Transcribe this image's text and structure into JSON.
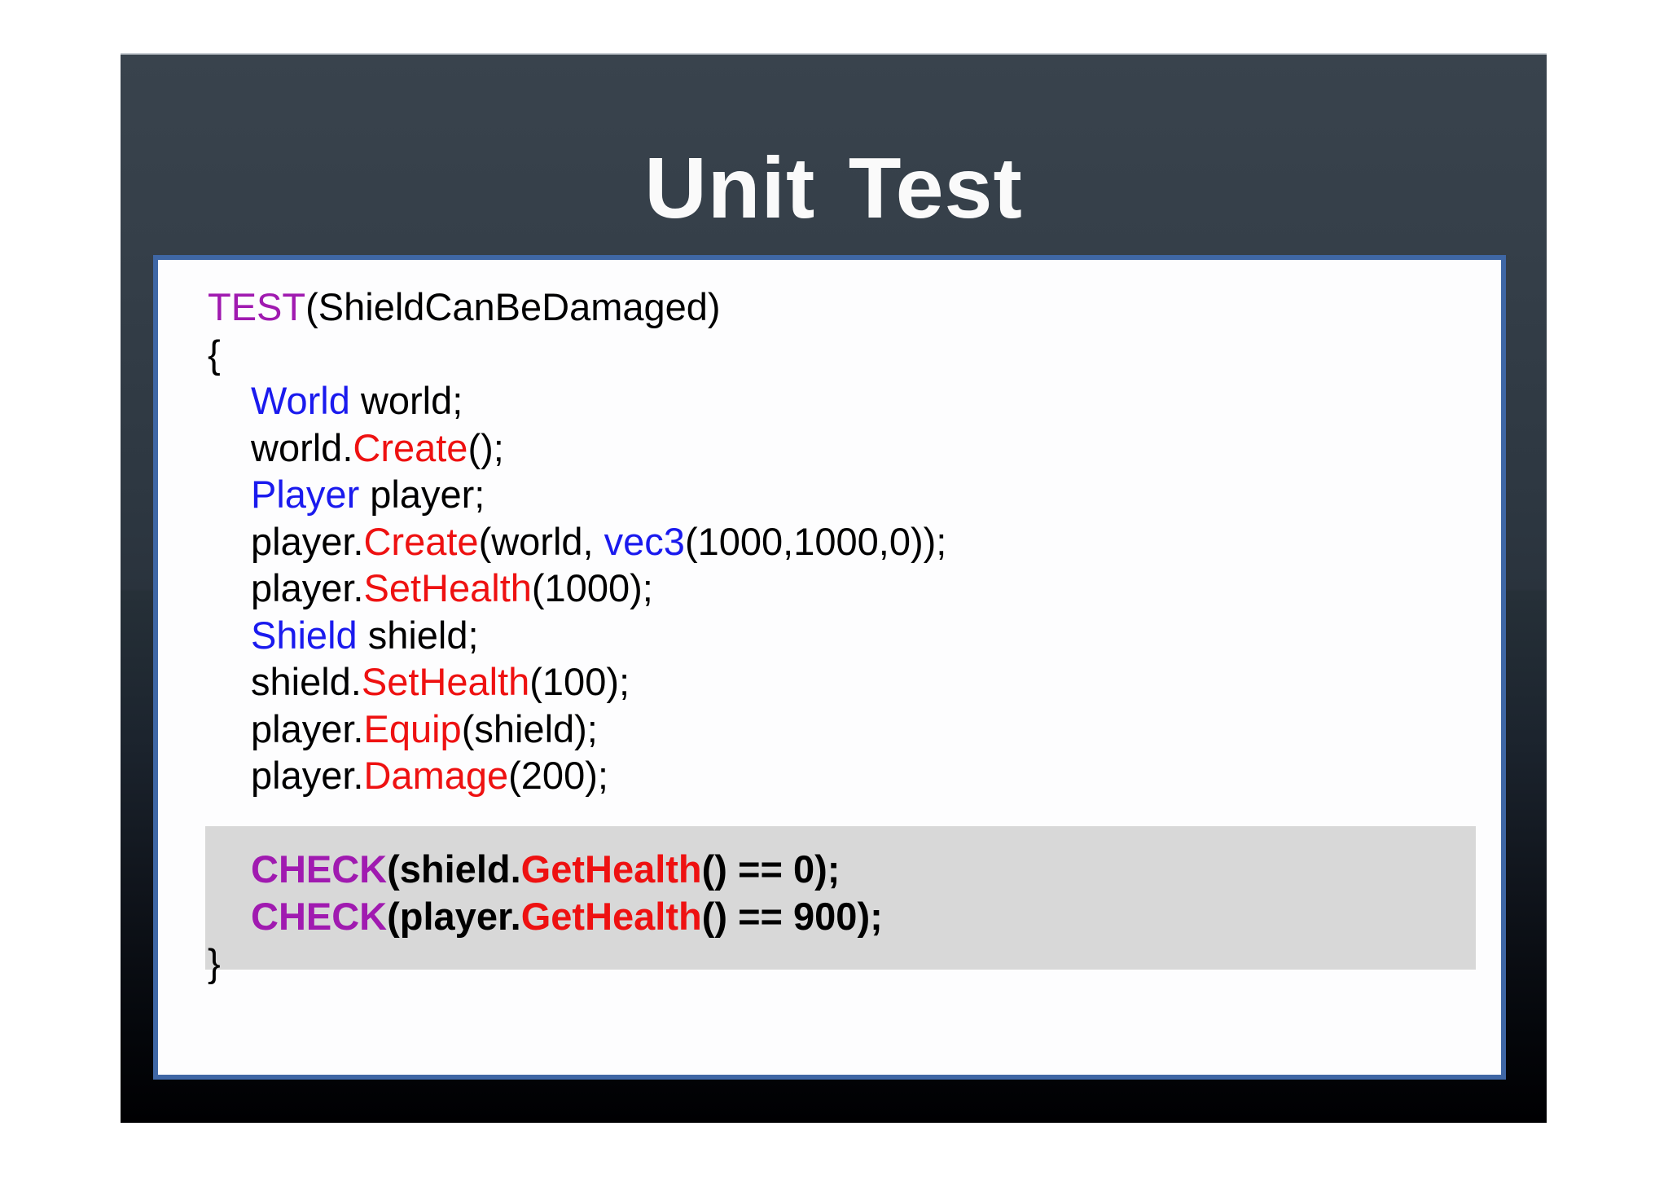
{
  "slide": {
    "title": "Unit Test"
  },
  "colors": {
    "slide_top": "#39434d",
    "slide_bottom": "#000002",
    "panel_background": "#fdfdfe",
    "panel_border": "#3f67a5",
    "highlight": "#d8d8d8",
    "title_text": "#fafafa",
    "code_text": "#000000",
    "code_type": "#1a1aee",
    "code_method": "#ee1111",
    "code_macro": "#a01ab0"
  },
  "code": {
    "lines": [
      {
        "indent": 0,
        "bold": false,
        "segments": [
          {
            "text": "TEST",
            "color": "macro"
          },
          {
            "text": "(ShieldCanBeDamaged)",
            "color": "text"
          }
        ]
      },
      {
        "indent": 0,
        "bold": false,
        "segments": [
          {
            "text": "{",
            "color": "text"
          }
        ]
      },
      {
        "indent": 1,
        "bold": false,
        "segments": [
          {
            "text": "World",
            "color": "type"
          },
          {
            "text": " world;",
            "color": "text"
          }
        ]
      },
      {
        "indent": 1,
        "bold": false,
        "segments": [
          {
            "text": "world.",
            "color": "text"
          },
          {
            "text": "Create",
            "color": "method"
          },
          {
            "text": "();",
            "color": "text"
          }
        ]
      },
      {
        "indent": 1,
        "bold": false,
        "segments": [
          {
            "text": "Player",
            "color": "type"
          },
          {
            "text": " player;",
            "color": "text"
          }
        ]
      },
      {
        "indent": 1,
        "bold": false,
        "segments": [
          {
            "text": "player.",
            "color": "text"
          },
          {
            "text": "Create",
            "color": "method"
          },
          {
            "text": "(world, ",
            "color": "text"
          },
          {
            "text": "vec3",
            "color": "type"
          },
          {
            "text": "(1000,1000,0));",
            "color": "text"
          }
        ]
      },
      {
        "indent": 1,
        "bold": false,
        "segments": [
          {
            "text": "player.",
            "color": "text"
          },
          {
            "text": "SetHealth",
            "color": "method"
          },
          {
            "text": "(1000);",
            "color": "text"
          }
        ]
      },
      {
        "indent": 1,
        "bold": false,
        "segments": [
          {
            "text": "Shield",
            "color": "type"
          },
          {
            "text": " shield;",
            "color": "text"
          }
        ]
      },
      {
        "indent": 1,
        "bold": false,
        "segments": [
          {
            "text": "shield.",
            "color": "text"
          },
          {
            "text": "SetHealth",
            "color": "method"
          },
          {
            "text": "(100);",
            "color": "text"
          }
        ]
      },
      {
        "indent": 1,
        "bold": false,
        "segments": [
          {
            "text": "player.",
            "color": "text"
          },
          {
            "text": "Equip",
            "color": "method"
          },
          {
            "text": "(shield);",
            "color": "text"
          }
        ]
      },
      {
        "indent": 1,
        "bold": false,
        "segments": [
          {
            "text": "player.",
            "color": "text"
          },
          {
            "text": "Damage",
            "color": "method"
          },
          {
            "text": "(200);",
            "color": "text"
          }
        ]
      },
      {
        "indent": 1,
        "bold": false,
        "segments": []
      },
      {
        "indent": 1,
        "bold": true,
        "segments": [
          {
            "text": "CHECK",
            "color": "macro"
          },
          {
            "text": "(shield.",
            "color": "text"
          },
          {
            "text": "GetHealth",
            "color": "method"
          },
          {
            "text": "() == 0);",
            "color": "text"
          }
        ]
      },
      {
        "indent": 1,
        "bold": true,
        "segments": [
          {
            "text": "CHECK",
            "color": "macro"
          },
          {
            "text": "(player.",
            "color": "text"
          },
          {
            "text": "GetHealth",
            "color": "method"
          },
          {
            "text": "() == 900);",
            "color": "text"
          }
        ]
      },
      {
        "indent": 0,
        "bold": false,
        "segments": [
          {
            "text": "}",
            "color": "text"
          }
        ]
      }
    ]
  }
}
